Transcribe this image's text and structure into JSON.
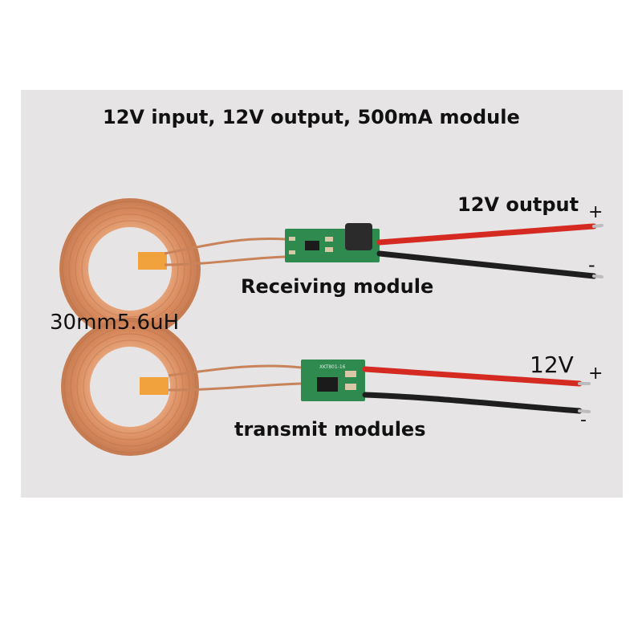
{
  "labels": {
    "title": "12V input, 12V output, 500mA module",
    "output_voltage": "12V output",
    "output_plus": "+",
    "output_minus": "-",
    "receiving_module": "Receiving module",
    "coil_spec": "30mm5.6uH",
    "input_voltage": "12V",
    "input_plus": "+",
    "input_minus": "-",
    "transmit_modules": "transmit modules"
  },
  "colors": {
    "background": "#e6e4e5",
    "copper": "#d98f63",
    "pcb_green": "#2e8a4e",
    "red_wire": "#d42a22",
    "black_wire": "#1e1e1e"
  },
  "pcb_text": "XKT801-16"
}
